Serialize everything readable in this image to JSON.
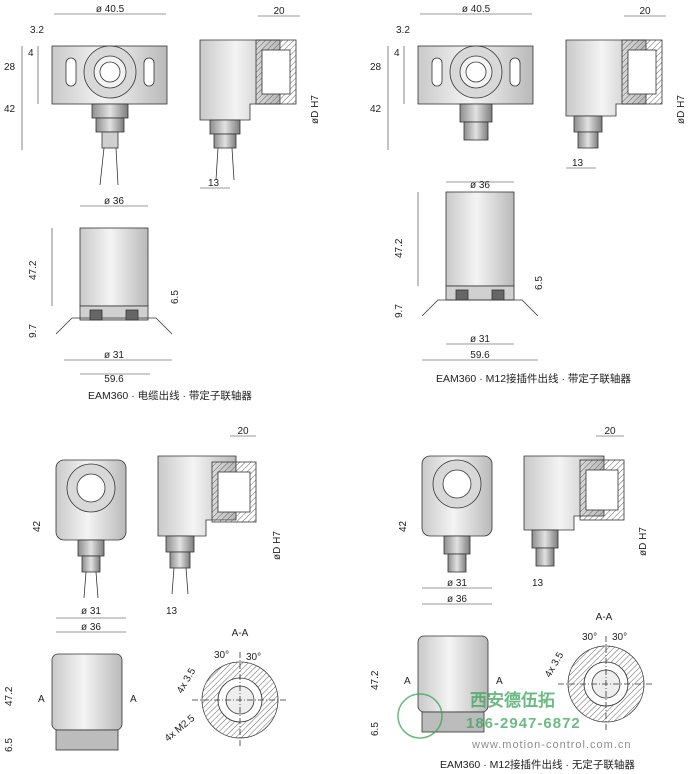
{
  "captions": {
    "cable_with_coupling": "EAM360 · 电缆出线 · 带定子联轴器",
    "m12_with_coupling": "EAM360 · M12接插件出线 · 带定子联轴器",
    "m12_without_coupling": "EAM360 · M12接插件出线 · 无定子联轴器"
  },
  "dims": {
    "d40_5": "ø 40.5",
    "d36": "ø 36",
    "d31": "ø 31",
    "v20": "20",
    "v3_2": "3.2",
    "v4": "4",
    "v28": "28",
    "v42": "42",
    "v13": "13",
    "v47_2": "47.2",
    "v9_7": "9.7",
    "v6_5": "6.5",
    "v59_6": "59.6",
    "odh7": "øD H7",
    "aa": "A-A",
    "a": "A",
    "ang30": "30°",
    "holes_35": "4x 3.5",
    "holes_m25": "4x M2.5"
  },
  "watermark": {
    "company": "西安德伍拓",
    "phone": "186-2947-6872",
    "url": "www.motion-control.com.cn"
  }
}
